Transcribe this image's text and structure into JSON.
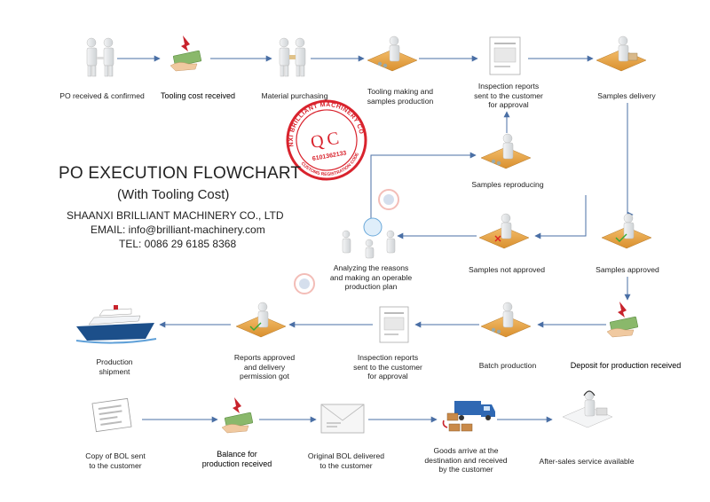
{
  "title": "PO EXECUTION FLOWCHART",
  "subtitle": "(With Tooling Cost)",
  "company": "SHAANXI BRILLIANT MACHINERY CO., LTD",
  "email": "EMAIL: info@brilliant-machinery.com",
  "tel": "TEL: 0086 29 6185 8368",
  "stamp": {
    "text": "QC",
    "ring_text": "SHAANXI BRILLIANT MACHINERY CO., LTD",
    "number": "6101362133",
    "bottom_text": "CUSTOMS REGISTRATION CODE",
    "color": "#d9232d"
  },
  "colors": {
    "arrow": "#4a6fa5",
    "desk": "#e8a64a",
    "figure": "#e6e8ea",
    "money": "#8ab86b"
  },
  "steps": [
    {
      "id": "po-received",
      "label": "PO received & confirmed",
      "icon": "people-icon"
    },
    {
      "id": "tooling-cost",
      "label": "Tooling cost received",
      "icon": "money-hand-icon"
    },
    {
      "id": "material-purchasing",
      "label": "Material purchasing",
      "icon": "people-icon"
    },
    {
      "id": "tooling-making",
      "label": "Tooling making and\nsamples production",
      "icon": "worker-desk-icon"
    },
    {
      "id": "inspection-1",
      "label": "Inspection reports\nsent to the customer\nfor approval",
      "icon": "report-icon"
    },
    {
      "id": "samples-delivery",
      "label": "Samples delivery",
      "icon": "worker-desk-icon"
    },
    {
      "id": "samples-reproducing",
      "label": "Samples reproducing",
      "icon": "worker-desk-icon"
    },
    {
      "id": "analyzing",
      "label": "Analyzing the reasons\nand making an operable\nproduction plan",
      "icon": "meeting-icon"
    },
    {
      "id": "samples-not-approved",
      "label": "Samples not approved",
      "icon": "worker-desk-icon"
    },
    {
      "id": "samples-approved",
      "label": "Samples approved",
      "icon": "worker-desk-icon"
    },
    {
      "id": "deposit",
      "label": "Deposit for production received",
      "icon": "money-hand-icon"
    },
    {
      "id": "batch-production",
      "label": "Batch production",
      "icon": "worker-desk-icon"
    },
    {
      "id": "inspection-2",
      "label": "Inspection reports\nsent to the customer\nfor approval",
      "icon": "report-icon"
    },
    {
      "id": "reports-approved",
      "label": "Reports approved\nand delivery\npermission got",
      "icon": "worker-desk-icon"
    },
    {
      "id": "production-shipment",
      "label": "Production\nshipment",
      "icon": "ship-icon"
    },
    {
      "id": "copy-bol",
      "label": "Copy of BOL sent\nto the customer",
      "icon": "document-icon"
    },
    {
      "id": "balance",
      "label": "Balance for\nproduction received",
      "icon": "money-hand-icon"
    },
    {
      "id": "original-bol",
      "label": "Original BOL delivered\nto the customer",
      "icon": "envelope-icon"
    },
    {
      "id": "goods-arrive",
      "label": "Goods arrive at the\ndestination and received\nby the customer",
      "icon": "truck-icon"
    },
    {
      "id": "after-sales",
      "label": "After-sales service available",
      "icon": "headset-icon"
    }
  ]
}
